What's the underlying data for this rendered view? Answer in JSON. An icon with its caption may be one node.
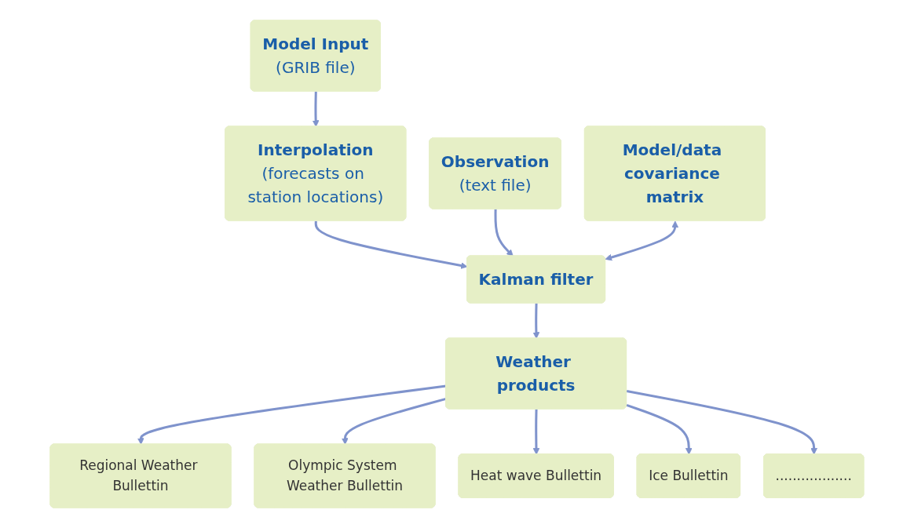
{
  "diagram": {
    "nodes": [
      {
        "text": [
          "Model Input",
          "(GRIB file)"
        ]
      },
      {
        "text": [
          "Interpolation",
          "(forecasts on station locations)"
        ]
      },
      {
        "text": [
          "Observation",
          "(text file)"
        ]
      },
      {
        "text": [
          "Model/data covariance matrix"
        ]
      },
      {
        "text": [
          "Kalman filter"
        ]
      },
      {
        "text": [
          "Weather products"
        ]
      },
      {
        "text": [
          "Regional Weather Bullettin"
        ]
      },
      {
        "text": [
          "Olympic System Weather Bullettin"
        ]
      },
      {
        "text": [
          "Heat wave Bullettin"
        ]
      },
      {
        "text": [
          "Ice Bullettin"
        ]
      },
      {
        "text": [
          ".................."
        ]
      }
    ],
    "edges": [
      {
        "from": 0,
        "to": 1,
        "arrow": "to"
      },
      {
        "from": 1,
        "to": 4,
        "arrow": "to"
      },
      {
        "from": 2,
        "to": 4,
        "arrow": "to"
      },
      {
        "from": 3,
        "to": 4,
        "arrow": "both"
      },
      {
        "from": 4,
        "to": 5,
        "arrow": "to"
      },
      {
        "from": 5,
        "to": 6,
        "arrow": "to"
      },
      {
        "from": 5,
        "to": 7,
        "arrow": "to"
      },
      {
        "from": 5,
        "to": 8,
        "arrow": "to"
      },
      {
        "from": 5,
        "to": 9,
        "arrow": "to"
      },
      {
        "from": 5,
        "to": 10,
        "arrow": "to"
      }
    ]
  }
}
